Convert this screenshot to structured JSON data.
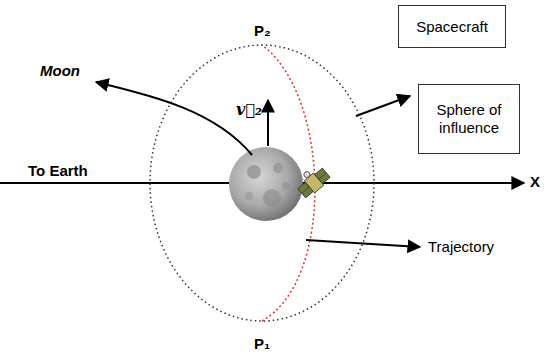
{
  "diagram": {
    "nodes": [
      {
        "text": [
          "Spacecraft"
        ]
      },
      {
        "text": [
          "Sphere of influence"
        ]
      }
    ],
    "labels": [
      "Moon",
      "To Earth",
      "X",
      "v⃗₂",
      "P₂",
      "P₁",
      "Trajectory"
    ]
  }
}
